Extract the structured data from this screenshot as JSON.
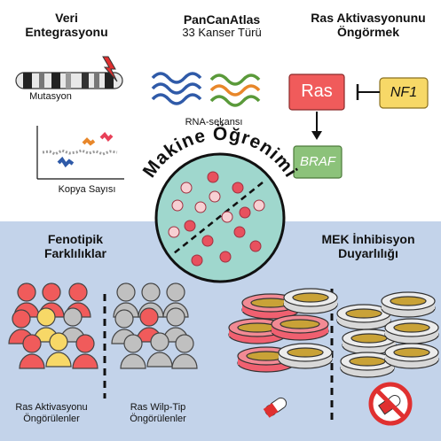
{
  "top": {
    "veri_line1": "Veri",
    "veri_line2": "Entegrasyonu",
    "pancan_title": "PanCanAtlas",
    "pancan_sub": "33 Kanser Türü",
    "ras_line1": "Ras Aktivasyonunu",
    "ras_line2": "Öngörmek"
  },
  "labels": {
    "mutation": "Mutasyon",
    "copy_number": "Kopya Sayısı",
    "rna": "RNA-sekansı",
    "ras": "Ras",
    "nf1": "NF1",
    "braf": "BRAF",
    "ml": "Makine Öğrenimi"
  },
  "bottom": {
    "pheno_line1": "Fenotipik",
    "pheno_line2": "Farklılıklar",
    "mek_line1": "MEK İnhibisyon",
    "mek_line2": "Duyarlılığı",
    "ras_act_line1": "Ras Aktivasyonu",
    "ras_act_line2": "Öngörülenler",
    "ras_wt_line1": "Ras Wilp-Tip",
    "ras_wt_line2": "Öngörülenler"
  },
  "colors": {
    "bottom_bg": "#c3d3ea",
    "ras_box": "#f05b5b",
    "nf1_box": "#f7d867",
    "braf_box": "#8cc27a",
    "circle": "#9fd7cd",
    "dot_red": "#e8515e",
    "dot_pink": "#f7d0d3",
    "rna_blue": "#2f5aa8",
    "rna_green": "#5a9a3a",
    "rna_orange": "#e8872a",
    "dish_red": "#f06070",
    "dish_gray": "#d8d8d8",
    "dish_medium": "#c9a237"
  }
}
